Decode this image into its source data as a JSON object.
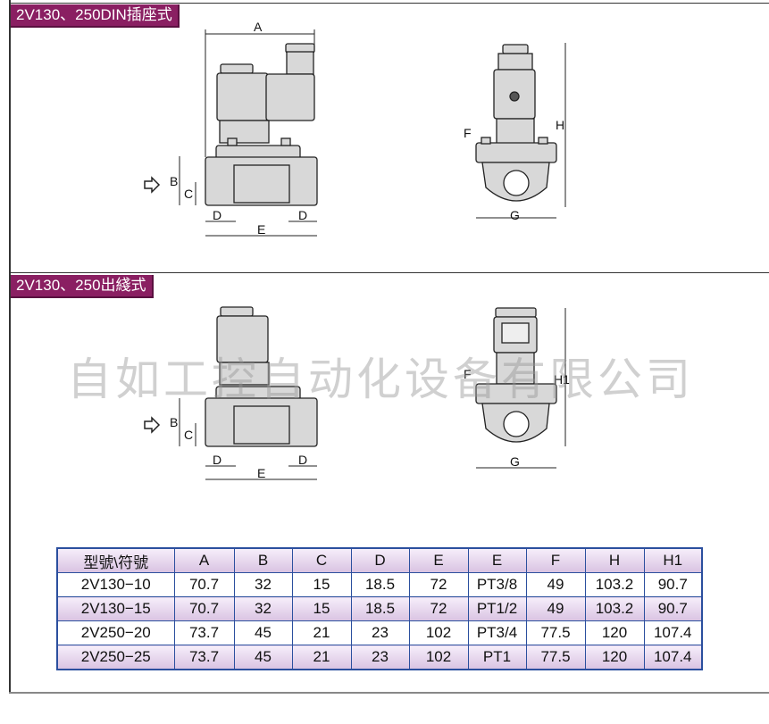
{
  "sections": [
    {
      "title": "2V130、250DIN插座式"
    },
    {
      "title": "2V130、250出綫式"
    }
  ],
  "watermark": "自如工控自动化设备有限公司",
  "dim_labels": {
    "A": "A",
    "B": "B",
    "C": "C",
    "D": "D",
    "E": "E",
    "F": "F",
    "G": "G",
    "H": "H",
    "H1": "H1"
  },
  "table": {
    "headers": [
      "型號\\符號",
      "A",
      "B",
      "C",
      "D",
      "E",
      "E",
      "F",
      "H",
      "H1"
    ],
    "rows": [
      [
        "2V130−10",
        "70.7",
        "32",
        "15",
        "18.5",
        "72",
        "PT3/8",
        "49",
        "103.2",
        "90.7"
      ],
      [
        "2V130−15",
        "70.7",
        "32",
        "15",
        "18.5",
        "72",
        "PT1/2",
        "49",
        "103.2",
        "90.7"
      ],
      [
        "2V250−20",
        "73.7",
        "45",
        "21",
        "23",
        "102",
        "PT3/4",
        "77.5",
        "120",
        "107.4"
      ],
      [
        "2V250−25",
        "73.7",
        "45",
        "21",
        "23",
        "102",
        "PT1",
        "77.5",
        "120",
        "107.4"
      ]
    ]
  },
  "colors": {
    "accent": "#8a1f62",
    "table_border": "#2b4f9e",
    "body_fill": "#d8d8d8"
  }
}
